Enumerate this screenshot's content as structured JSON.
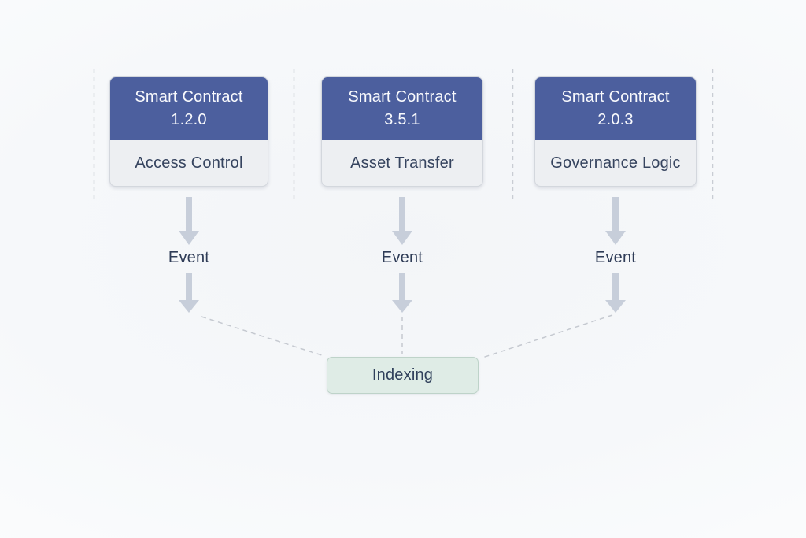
{
  "diagram": {
    "contracts": [
      {
        "name": "Smart Contract",
        "version": "1.2.0",
        "module": "Access Control",
        "event_label": "Event"
      },
      {
        "name": "Smart Contract",
        "version": "3.5.1",
        "module": "Asset Transfer",
        "event_label": "Event"
      },
      {
        "name": "Smart Contract",
        "version": "2.0.3",
        "module": "Governance Logic",
        "event_label": "Event"
      }
    ],
    "sink": {
      "label": "Indexing"
    },
    "colors": {
      "card_header_bg": "#4c5f9e",
      "card_header_text": "#f9fafd",
      "card_body_bg": "#edeff2",
      "card_border": "#d3d7dd",
      "card_body_text": "#36445f",
      "arrow": "#c7ceda",
      "dashed_line": "#c9cdd4",
      "indexing_bg": "#dfece6",
      "indexing_border": "#bed3c9",
      "indexing_text": "#30405b",
      "background": "#f6f8fa"
    }
  }
}
